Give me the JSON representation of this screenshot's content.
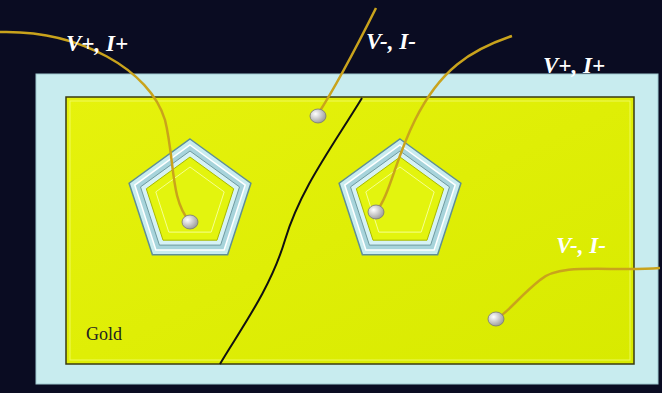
{
  "diagram": {
    "nodes": [
      {
        "text": [
          "Gold"
        ]
      }
    ],
    "labels": [
      "V+, I+",
      "V-, I-",
      "V+, I+",
      "V-, I-"
    ]
  }
}
